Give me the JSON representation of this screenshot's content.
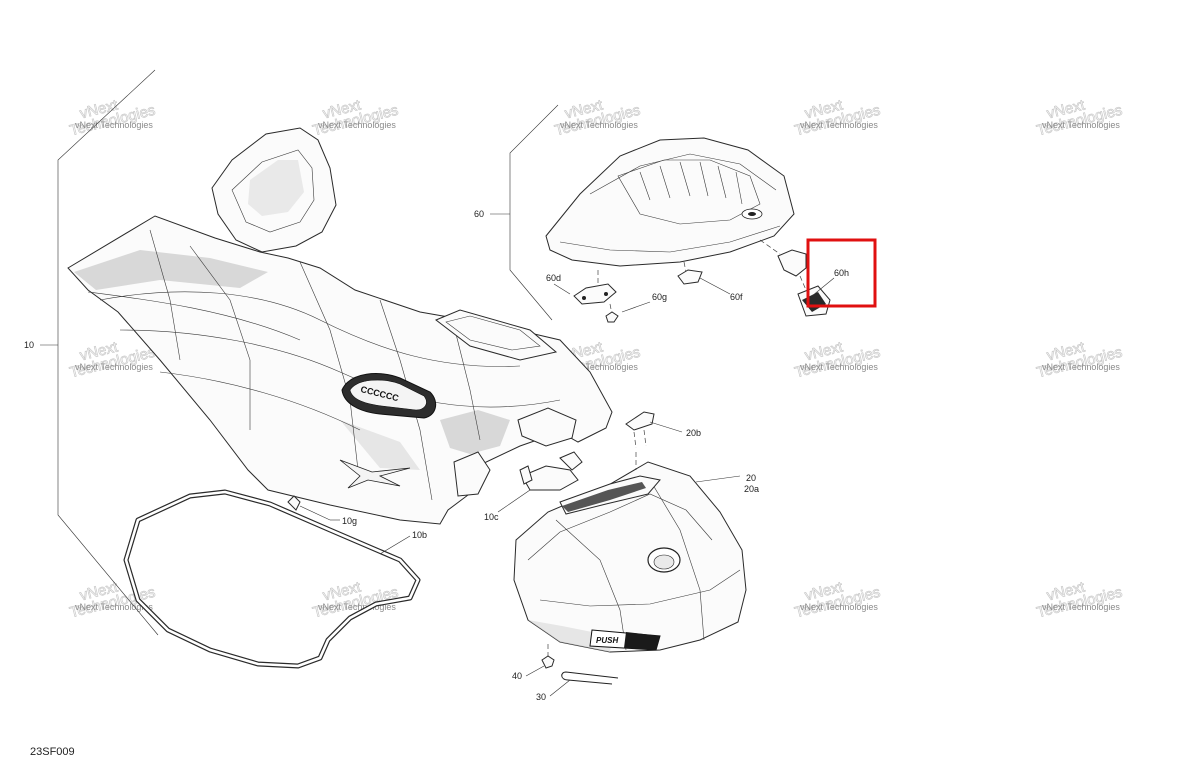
{
  "diagram": {
    "reference_code": "23SF009",
    "watermark": {
      "line1": "vNext",
      "line2": "Technologies",
      "full": "vNext Technologies"
    },
    "callouts": {
      "p10": "10",
      "p10b": "10b",
      "p10c": "10c",
      "p10g": "10g",
      "p20": "20",
      "p20a": "20a",
      "p20b": "20b",
      "p30": "30",
      "p40": "40",
      "p60": "60",
      "p60d": "60d",
      "p60f": "60f",
      "p60g": "60g",
      "p60h": "60h"
    },
    "seat_badge_text": "CCCCCC",
    "push_label": "PUSH",
    "highlight": {
      "color": "#e01010",
      "target": "60h"
    }
  }
}
